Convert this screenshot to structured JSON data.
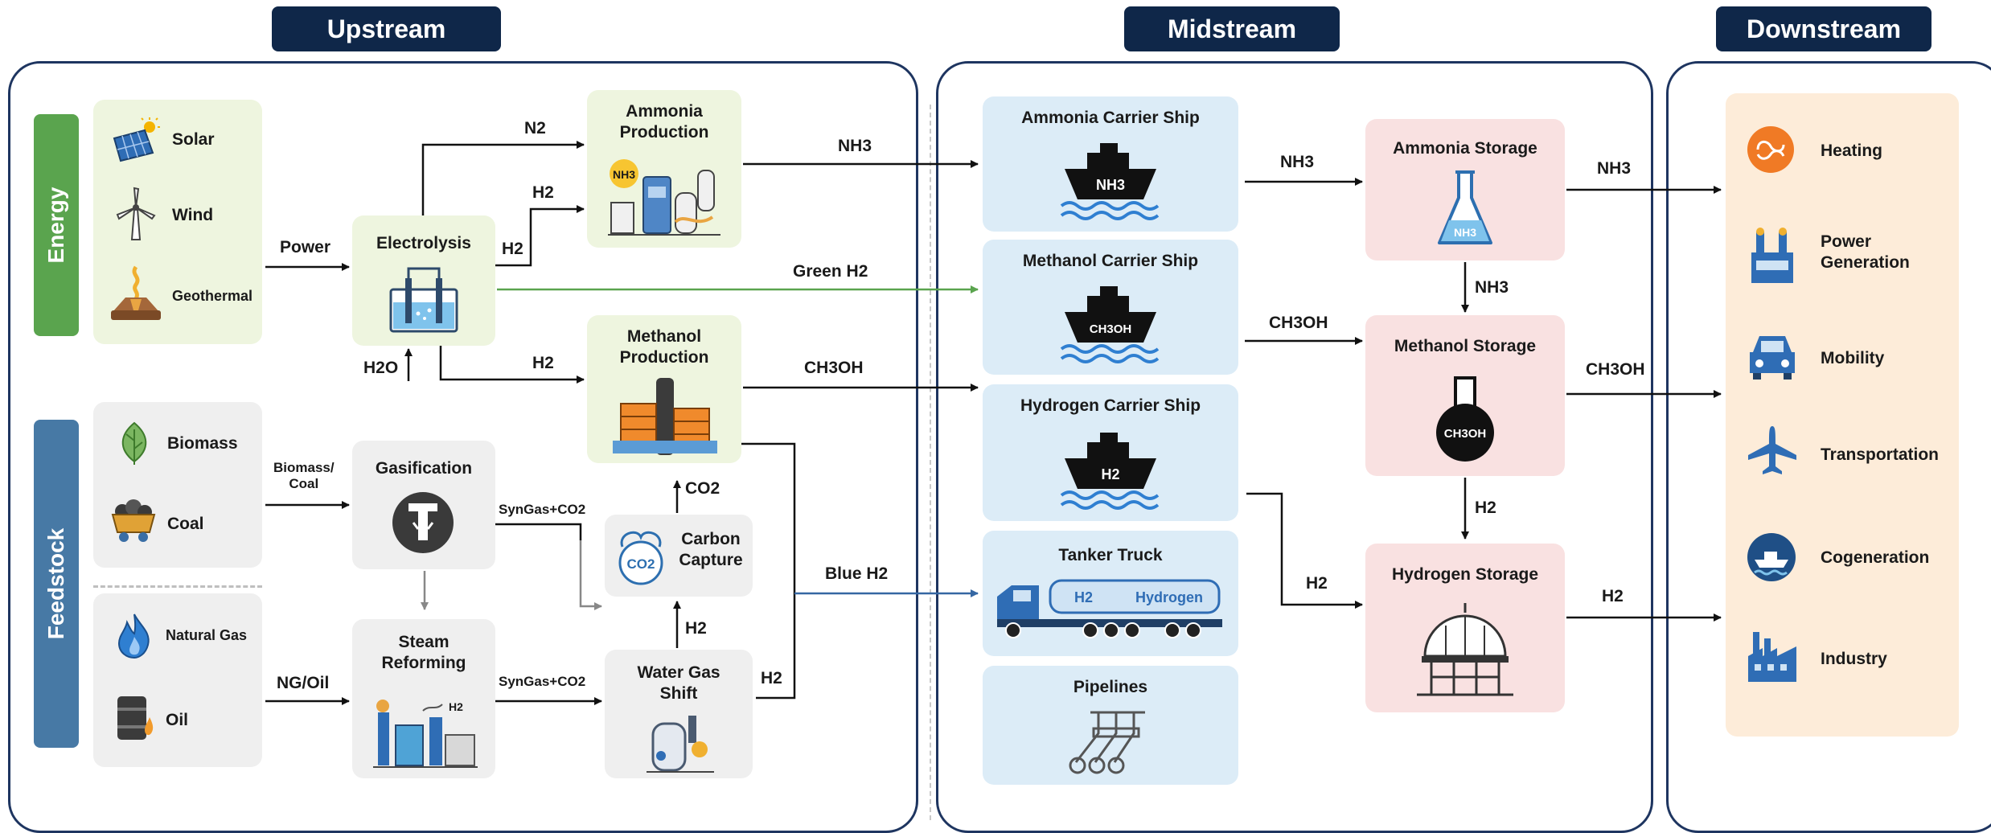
{
  "headers": {
    "upstream": "Upstream",
    "midstream": "Midstream",
    "downstream": "Downstream"
  },
  "side_tabs": {
    "energy": "Energy",
    "feedstock": "Feedstock"
  },
  "energy_sources": {
    "solar": "Solar",
    "wind": "Wind",
    "geothermal": "Geothermal"
  },
  "feedstocks": {
    "biomass": "Biomass",
    "coal": "Coal",
    "natural_gas": "Natural Gas",
    "oil": "Oil"
  },
  "processes": {
    "electrolysis": "Electrolysis",
    "ammonia_production": [
      "Ammonia",
      "Production"
    ],
    "methanol_production": [
      "Methanol",
      "Production"
    ],
    "gasification": "Gasification",
    "carbon_capture": [
      "Carbon",
      "Capture"
    ],
    "steam_reforming": [
      "Steam",
      "Reforming"
    ],
    "water_gas_shift": [
      "Water Gas",
      "Shift"
    ]
  },
  "icon_text": {
    "nh3": "NH3",
    "h2": "H2",
    "ch3oh": "CH3OH",
    "co2": "CO2",
    "hydrogen": "Hydrogen"
  },
  "flows": {
    "power": "Power",
    "n2": "N2",
    "h2": "H2",
    "h2o": "H2O",
    "nh3": "NH3",
    "green_h2": "Green H2",
    "ch3oh": "CH3OH",
    "biomass_coal": [
      "Biomass/",
      "Coal"
    ],
    "ng_oil": "NG/Oil",
    "syngas_co2": "SynGas+CO2",
    "co2": "CO2",
    "blue_h2": "Blue H2"
  },
  "midstream": {
    "ammonia_ship": "Ammonia Carrier Ship",
    "methanol_ship": "Methanol Carrier Ship",
    "hydrogen_ship": "Hydrogen Carrier Ship",
    "tanker_truck": "Tanker Truck",
    "pipelines": "Pipelines"
  },
  "storage": {
    "ammonia": "Ammonia Storage",
    "methanol": "Methanol Storage",
    "hydrogen": "Hydrogen Storage"
  },
  "downstream": {
    "heating": "Heating",
    "power_generation": [
      "Power",
      "Generation"
    ],
    "mobility": "Mobility",
    "transportation": "Transportation",
    "cogeneration": "Cogeneration",
    "industry": "Industry"
  },
  "colors": {
    "header_bg": "#0f2749",
    "panel_border": "#1e3560",
    "energy_tab": "#5aa44e",
    "feedstock_tab": "#4779a5",
    "green_box": "#eef5df",
    "gray_box": "#efefef",
    "midstream_box": "#dcecf7",
    "storage_box": "#f9e1e1",
    "downstream_box": "#fdecd9",
    "green_h2_arrow": "#5aa44e",
    "blue_h2_arrow": "#3567a3"
  },
  "icons": [
    "solar-panel",
    "wind-turbine",
    "geothermal",
    "leaf",
    "coal-cart",
    "flame",
    "oil-barrel",
    "electrolyzer",
    "ammonia-plant",
    "methanol-plant",
    "gasifier",
    "co2-capture",
    "steam-reformer",
    "water-gas-shift-reactor",
    "ship",
    "tanker-truck",
    "pipeline",
    "flask",
    "round-flask",
    "spherical-tank",
    "heating",
    "power-plant",
    "car",
    "airplane",
    "cogeneration",
    "factory"
  ]
}
